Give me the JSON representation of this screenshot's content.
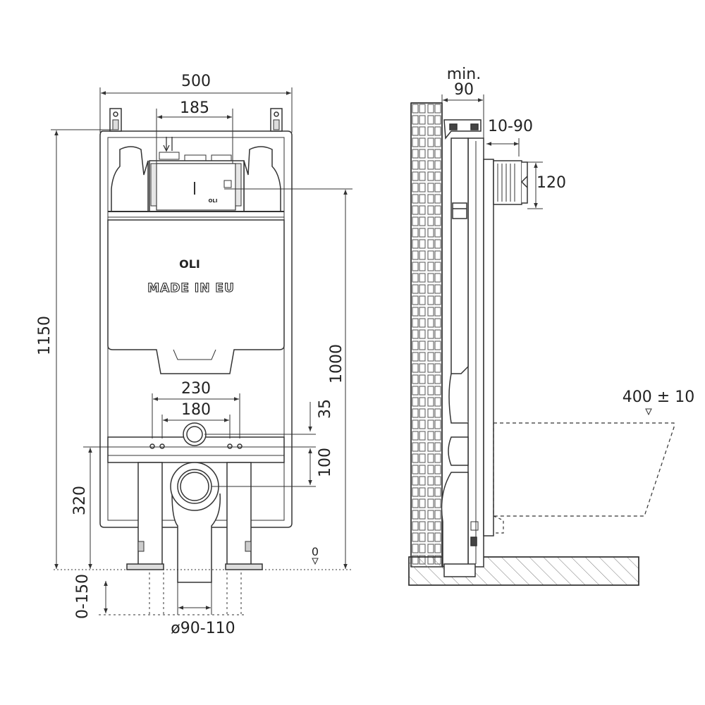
{
  "front_view": {
    "dims": {
      "width_total": "500",
      "width_top": "185",
      "height_total": "1150",
      "height_frame": "1000",
      "spacing_230": "230",
      "spacing_180": "180",
      "offset_35": "35",
      "offset_100": "100",
      "height_320": "320",
      "floor_range": "0-150",
      "floor_zero": "0",
      "pipe_diameter": "ø90-110"
    },
    "cistern": {
      "logo": "OLI",
      "made_in": "MADE IN EU",
      "small_logo": "OLI"
    }
  },
  "side_view": {
    "dims": {
      "min_label": "min.",
      "min_value": "90",
      "adjust_range": "10-90",
      "depth_120": "120",
      "bowl_distance": "400 ± 10"
    }
  }
}
